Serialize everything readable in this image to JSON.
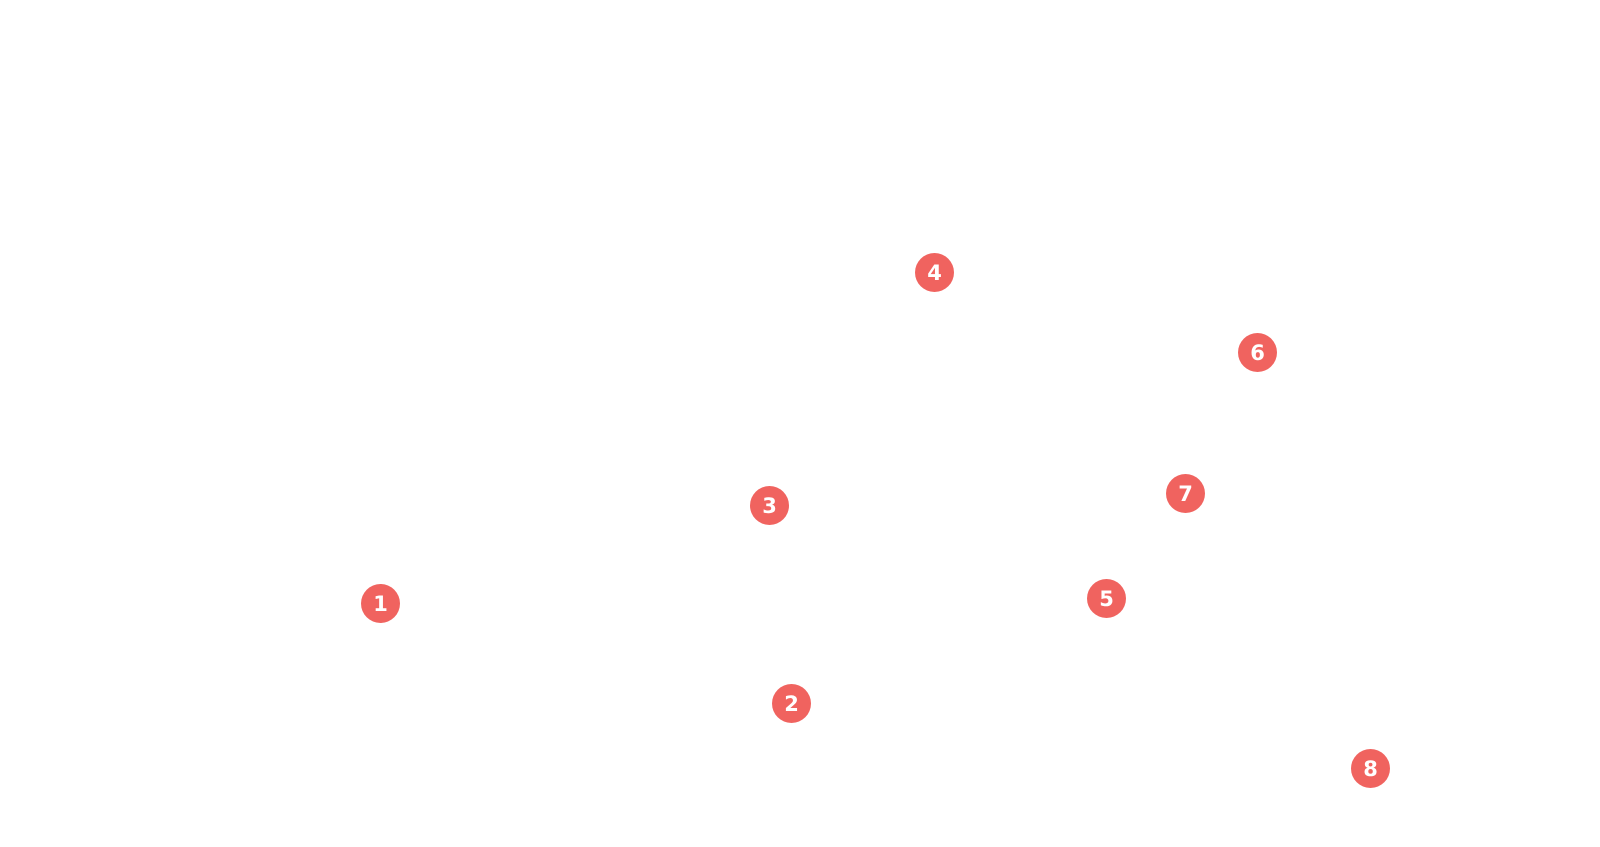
{
  "theme": {
    "marker_color": "#f0635f",
    "marker_text_color": "#ffffff",
    "background": "#ffffff"
  },
  "markers": [
    {
      "label": "1"
    },
    {
      "label": "2"
    },
    {
      "label": "3"
    },
    {
      "label": "4"
    },
    {
      "label": "5"
    },
    {
      "label": "6"
    },
    {
      "label": "7"
    },
    {
      "label": "8"
    }
  ]
}
